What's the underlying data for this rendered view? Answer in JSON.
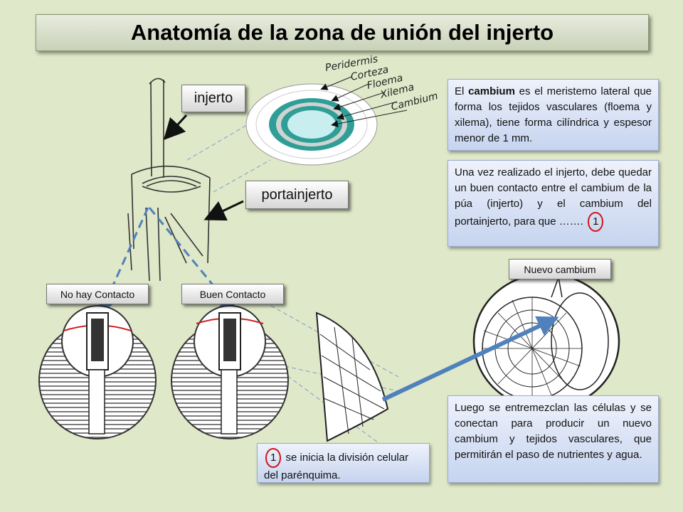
{
  "title": "Anatomía de la zona de unión del injerto",
  "labels": {
    "injerto": "injerto",
    "portainjerto": "portainjerto",
    "no_contacto": "No hay Contacto",
    "buen_contacto": "Buen Contacto",
    "nuevo_cambium": "Nuevo cambium"
  },
  "layers": [
    "Peridermis",
    "Corteza",
    "Floema",
    "Xilema",
    "Cambium"
  ],
  "info": {
    "cambium_pre": "El ",
    "cambium_bold": "cambium",
    "cambium_post": " es el meristemo lateral que forma los tejidos vasculares (floema y xilema), tiene forma cilíndrica y espesor menor de 1 mm.",
    "contacto_text": "Una vez realizado el injerto, debe quedar un buen contacto entre el cambium de la púa (injerto) y el cambium del portainjerto, para que ……. ",
    "marker": "1",
    "division_text": " se inicia la división celular del parénquima.",
    "entremezclan": "Luego se entremezclan las células y se conectan para producir un nuevo cambium y tejidos vasculares, que permitirán el paso de nutrientes y agua."
  },
  "colors": {
    "accent_arrow": "#4f81bd",
    "ring_teal": "#2f9e97",
    "marker_red": "#d01818"
  }
}
